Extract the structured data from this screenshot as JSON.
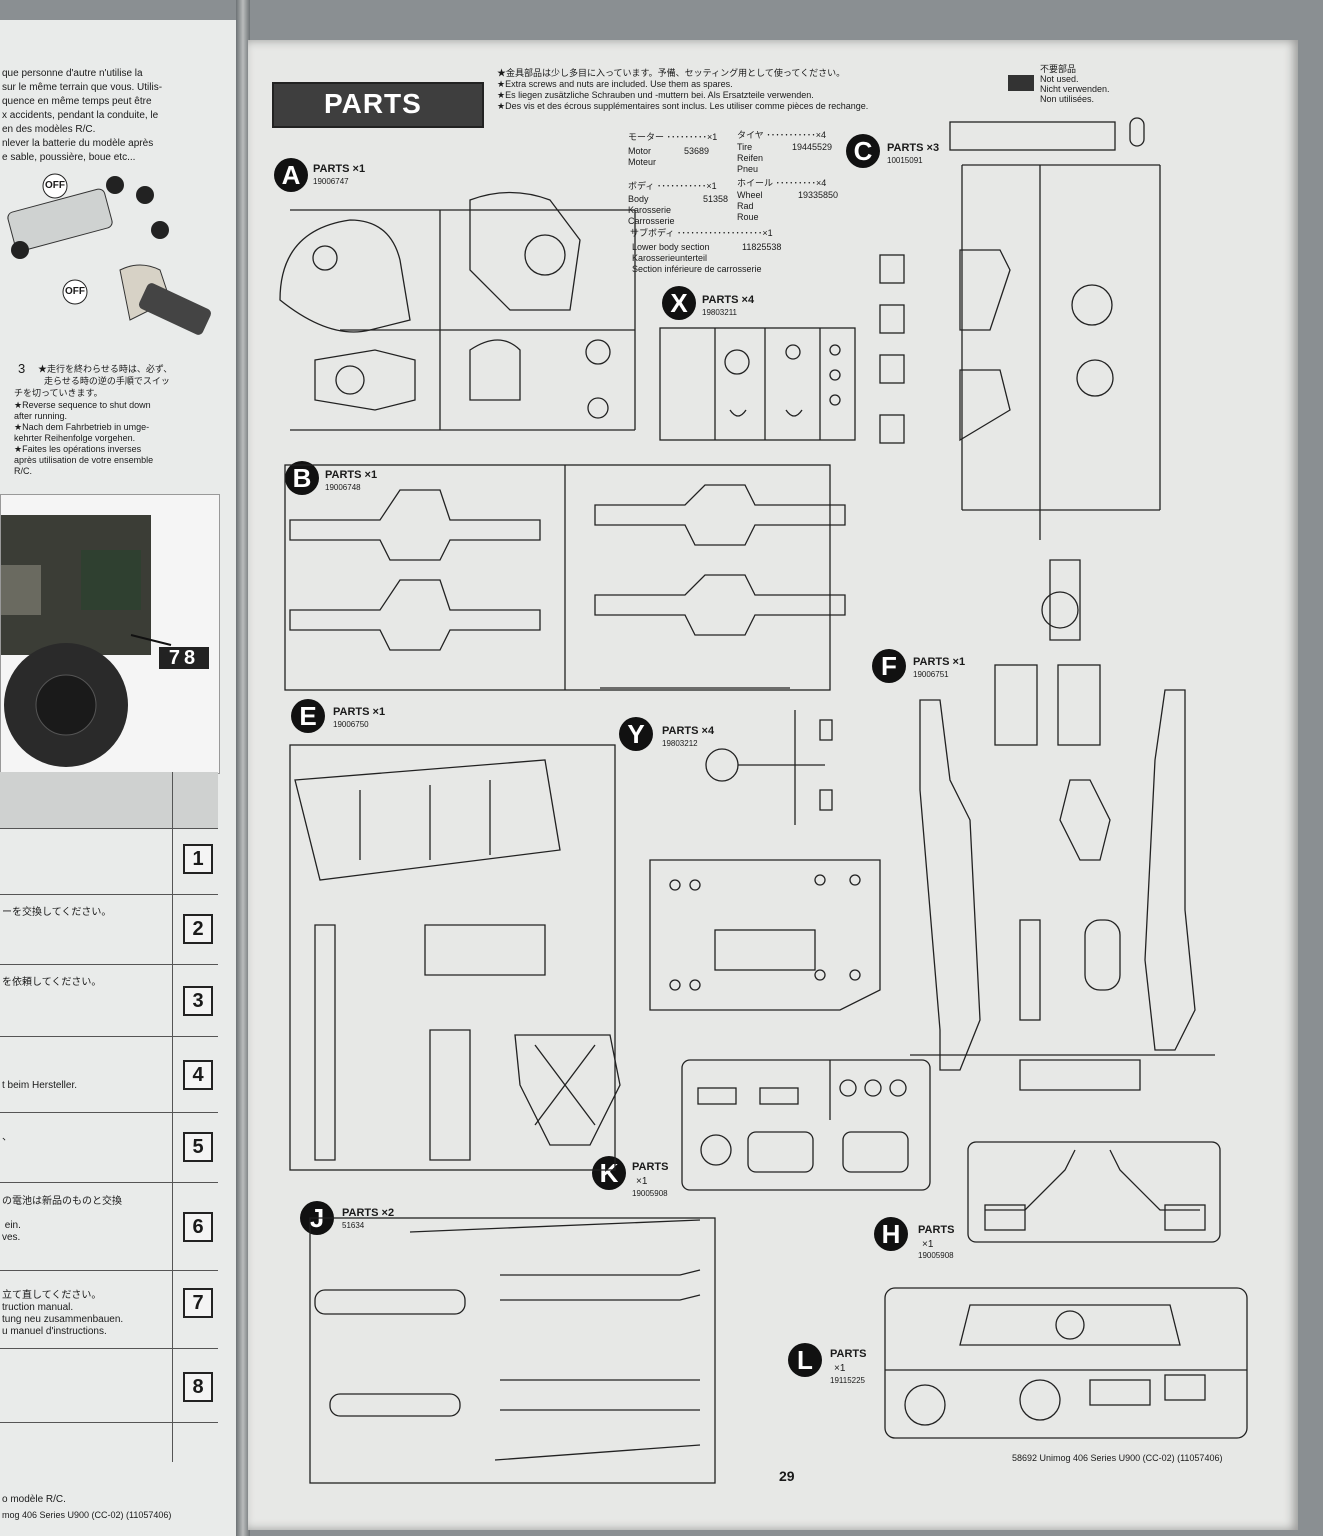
{
  "left_page": {
    "top_text": [
      "que personne d'autre n'utilise la",
      "sur le même terrain que vous. Utilis-",
      "quence en même temps peut être",
      "x accidents, pendant la conduite, le",
      "en des modèles R/C.",
      "nlever la batterie du modèle après",
      "e sable, poussière, boue etc..."
    ],
    "off_label_1": "OFF",
    "off_label_2": "OFF",
    "step_circle": "3",
    "step3_text": [
      "★走行を終わらせる時は、必ず、",
      "走らせる時の逆の手順でスイッ",
      "チを切っていきます。",
      "★Reverse sequence to shut down",
      "after running.",
      "★Nach dem Fahrbetrieb in umge-",
      "kehrter Reihenfolge vorgehen.",
      "★Faites les opérations inverses",
      "après utilisation de votre ensemble",
      "R/C."
    ],
    "photo_badge": "78",
    "table_rows": [
      {
        "num": "1",
        "text": ""
      },
      {
        "num": "2",
        "text": "ーを交換してください。"
      },
      {
        "num": "3",
        "text": "を依頼してください。"
      },
      {
        "num": "4",
        "text": "t beim Hersteller."
      },
      {
        "num": "5",
        "text": "、"
      },
      {
        "num": "6",
        "text": "の電池は新品のものと交換\n\n ein.\nves."
      },
      {
        "num": "7",
        "text": "立て直してください。\ntruction manual.\ntung neu zusammenbauen.\nu manuel d'instructions."
      },
      {
        "num": "8",
        "text": ""
      }
    ],
    "bottom_text": "o modèle R/C.",
    "footer": "mog 406 Series U900 (CC-02) (11057406)"
  },
  "right_page": {
    "banner": "PARTS",
    "spares_note": [
      "★金具部品は少し多目に入っています。予備、セッティング用として使ってください。",
      "★Extra screws and nuts are included. Use them as spares.",
      "★Es liegen zusätzliche Schrauben und -muttern bei. Als Ersatzteile verwenden.",
      "★Des vis et des écrous supplémentaires sont inclus. Les utiliser comme pièces de rechange."
    ],
    "legend": [
      "不要部品",
      "Not used.",
      "Nicht verwenden.",
      "Non utilisées."
    ],
    "parts_list": {
      "motor": {
        "jp": "モーター ･････････×1",
        "en": "Motor",
        "de": "Moteur",
        "code": "53689"
      },
      "tire": {
        "jp": "タイヤ ･･･････････×4",
        "en": "Tire",
        "de": "Reifen",
        "fr": "Pneu",
        "code": "19445529"
      },
      "body": {
        "jp": "ボディ ･･･････････×1",
        "en": "Body",
        "de": "Karosserie",
        "fr": "Carrosserie",
        "code": "51358"
      },
      "wheel": {
        "jp": "ホイール ･････････×4",
        "en": "Wheel",
        "de": "Rad",
        "fr": "Roue",
        "code": "19335850"
      },
      "lower": {
        "jp": "サブボディ ･･･････････････････×1",
        "en": "Lower body section",
        "de": "Karosserieunterteil",
        "fr": "Section inférieure de carrosserie",
        "code": "11825538"
      }
    },
    "trees": [
      {
        "letter": "A",
        "title": "PARTS ×1",
        "code": "19006747"
      },
      {
        "letter": "X",
        "title": "PARTS ×4",
        "code": "19803211"
      },
      {
        "letter": "C",
        "title": "PARTS ×3",
        "code": "10015091"
      },
      {
        "letter": "B",
        "title": "PARTS ×1",
        "code": "19006748"
      },
      {
        "letter": "F",
        "title": "PARTS ×1",
        "code": "19006751"
      },
      {
        "letter": "E",
        "title": "PARTS ×1",
        "code": "19006750"
      },
      {
        "letter": "Y",
        "title": "PARTS ×4",
        "code": "19803212"
      },
      {
        "letter": "K",
        "title": "PARTS",
        "qty": "×1",
        "code": "19005908"
      },
      {
        "letter": "J",
        "title": "PARTS ×2",
        "code": "51634"
      },
      {
        "letter": "H",
        "title": "PARTS",
        "qty": "×1",
        "code": "19005908"
      },
      {
        "letter": "L",
        "title": "PARTS",
        "qty": "×1",
        "code": "19115225"
      }
    ],
    "page_number": "29",
    "footer": "58692 Unimog 406 Series U900 (CC-02) (11057406)"
  }
}
